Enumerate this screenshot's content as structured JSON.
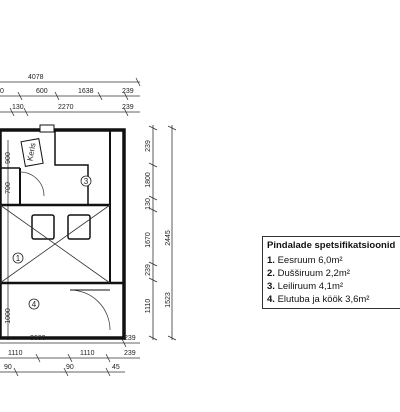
{
  "plan": {
    "dims_top": {
      "overall": "4078",
      "row2": [
        "0",
        "600",
        "1638",
        "239"
      ],
      "row3": [
        "130",
        "2270",
        "239"
      ]
    },
    "dims_right": {
      "outer": "2445",
      "inner": [
        "239",
        "1800",
        "130",
        "1670",
        "239",
        "1523"
      ],
      "mid": "1110"
    },
    "dims_left": [
      "900",
      "700",
      "1000"
    ],
    "dims_bottom": {
      "row1": [
        "3600",
        "239"
      ],
      "row2": [
        "1110",
        "1110",
        "239"
      ],
      "row3": [
        "90",
        "90",
        "45"
      ]
    },
    "rooms": [
      "1",
      "3",
      "4"
    ],
    "door_label": "Keris"
  },
  "legend": {
    "title": "Pindalade spetsifikatsioonid",
    "items": [
      {
        "no": "1.",
        "text": "Eesruum 6,0m²"
      },
      {
        "no": "2.",
        "text": "Dušširuum 2,2m²"
      },
      {
        "no": "3.",
        "text": "Leiliruum 4,1m²"
      },
      {
        "no": "4.",
        "text": "Elutuba ja köök 3,6m²"
      }
    ]
  }
}
